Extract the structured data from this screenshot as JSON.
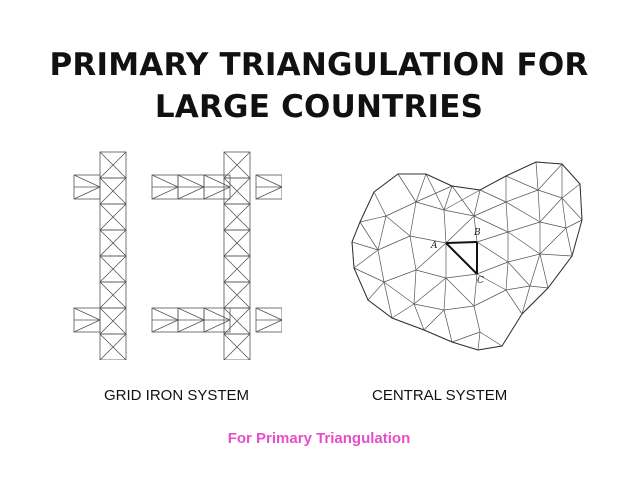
{
  "title": {
    "line1": "PRIMARY TRIANGULATION FOR",
    "line2": "LARGE COUNTRIES"
  },
  "diagrams": {
    "grid_iron": {
      "caption": "GRID IRON SYSTEM"
    },
    "central": {
      "caption": "CENTRAL SYSTEM",
      "stations": {
        "a": "A",
        "b": "B",
        "c": "C"
      }
    }
  },
  "footnote": {
    "text": "For Primary Triangulation",
    "color": "#e64fc8"
  }
}
